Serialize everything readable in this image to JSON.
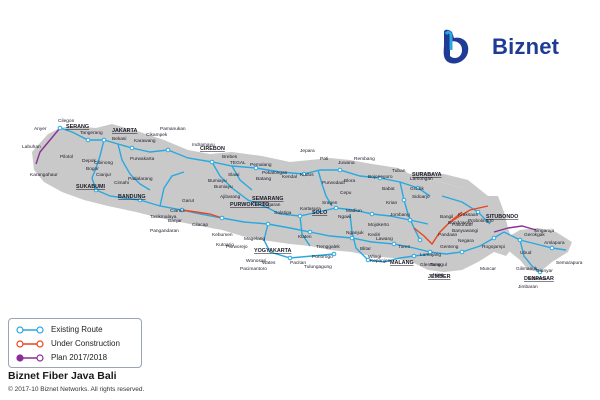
{
  "brand": {
    "name": "Biznet",
    "color": "#1f3b96"
  },
  "colors": {
    "existing": "#29a8e0",
    "construction": "#e8451f",
    "plan": "#8a2f97",
    "land": "#c8c8c8"
  },
  "legend": [
    {
      "label": "Existing Route",
      "kind": "existing"
    },
    {
      "label": "Under Construction",
      "kind": "construction"
    },
    {
      "label": "Plan 2017/2018",
      "kind": "plan"
    }
  ],
  "title": "Biznet Fiber Java Bali",
  "copyright": "© 2017-10 Biznet Networks. All rights reserved.",
  "cities": [
    {
      "name": "Cilegon",
      "major": false
    },
    {
      "name": "Anyer",
      "major": false
    },
    {
      "name": "SERANG",
      "major": true
    },
    {
      "name": "Labuhan",
      "major": false
    },
    {
      "name": "Tangerang",
      "major": false
    },
    {
      "name": "JAKARTA",
      "major": true
    },
    {
      "name": "Bekasi",
      "major": false
    },
    {
      "name": "Karawang",
      "major": false
    },
    {
      "name": "Cikampek",
      "major": false
    },
    {
      "name": "Pamanukan",
      "major": false
    },
    {
      "name": "Indramayu",
      "major": false
    },
    {
      "name": "Pilotol",
      "major": false
    },
    {
      "name": "Depok",
      "major": false
    },
    {
      "name": "Bogor",
      "major": false
    },
    {
      "name": "Cibinong",
      "major": false
    },
    {
      "name": "Cianjur",
      "major": false
    },
    {
      "name": "Purwakarta",
      "major": false
    },
    {
      "name": "SUKABUMI",
      "major": true
    },
    {
      "name": "Cimahi",
      "major": false
    },
    {
      "name": "Padalarang",
      "major": false
    },
    {
      "name": "BANDUNG",
      "major": true
    },
    {
      "name": "Karangahaur",
      "major": false
    },
    {
      "name": "CIREBON",
      "major": true
    },
    {
      "name": "Brebes",
      "major": false
    },
    {
      "name": "TEGAL",
      "major": false
    },
    {
      "name": "Pemalang",
      "major": false
    },
    {
      "name": "Pekalongan",
      "major": false
    },
    {
      "name": "Batang",
      "major": false
    },
    {
      "name": "Kendal",
      "major": false
    },
    {
      "name": "Jepara",
      "major": false
    },
    {
      "name": "Kudus",
      "major": false
    },
    {
      "name": "Pati",
      "major": false
    },
    {
      "name": "Juwana",
      "major": false
    },
    {
      "name": "Rembang",
      "major": false
    },
    {
      "name": "Purwodadi",
      "major": false
    },
    {
      "name": "Blora",
      "major": false
    },
    {
      "name": "Cepu",
      "major": false
    },
    {
      "name": "Bojonegoro",
      "major": false
    },
    {
      "name": "Tuban",
      "major": false
    },
    {
      "name": "Babat",
      "major": false
    },
    {
      "name": "Lamongan",
      "major": false
    },
    {
      "name": "Gresik",
      "major": false
    },
    {
      "name": "SURABAYA",
      "major": true
    },
    {
      "name": "Sidoarjo",
      "major": false
    },
    {
      "name": "Bumiayu",
      "major": false
    },
    {
      "name": "Slawi",
      "major": false
    },
    {
      "name": "Bumiayu",
      "major": false
    },
    {
      "name": "Ajibarang",
      "major": false
    },
    {
      "name": "PURWOKERTO",
      "major": true
    },
    {
      "name": "SEMARANG",
      "major": true
    },
    {
      "name": "Ungaran",
      "major": false
    },
    {
      "name": "Salatiga",
      "major": false
    },
    {
      "name": "Kartasura",
      "major": false
    },
    {
      "name": "SOLO",
      "major": true
    },
    {
      "name": "Sragen",
      "major": false
    },
    {
      "name": "Ngawi",
      "major": false
    },
    {
      "name": "Madiun",
      "major": false
    },
    {
      "name": "Nganjuk",
      "major": false
    },
    {
      "name": "Mojokerto",
      "major": false
    },
    {
      "name": "Krian",
      "major": false
    },
    {
      "name": "Jombang",
      "major": false
    },
    {
      "name": "Kediri",
      "major": false
    },
    {
      "name": "Garut",
      "major": false
    },
    {
      "name": "Tasikmalaya",
      "major": false
    },
    {
      "name": "Ciamis",
      "major": false
    },
    {
      "name": "Banjar",
      "major": false
    },
    {
      "name": "Pangandaran",
      "major": false
    },
    {
      "name": "Cilacap",
      "major": false
    },
    {
      "name": "Kebumen",
      "major": false
    },
    {
      "name": "Purworejo",
      "major": false
    },
    {
      "name": "Magelang",
      "major": false
    },
    {
      "name": "YOGYAKARTA",
      "major": true
    },
    {
      "name": "Klaten",
      "major": false
    },
    {
      "name": "Wonosari",
      "major": false
    },
    {
      "name": "Pacitan",
      "major": false
    },
    {
      "name": "Ponorogo",
      "major": false
    },
    {
      "name": "Trenggalek",
      "major": false
    },
    {
      "name": "Tulungagung",
      "major": false
    },
    {
      "name": "Blitar",
      "major": false
    },
    {
      "name": "Wlingi",
      "major": false
    },
    {
      "name": "Kepanjen",
      "major": false
    },
    {
      "name": "Lawang",
      "major": false
    },
    {
      "name": "MALANG",
      "major": true
    },
    {
      "name": "Turen",
      "major": false
    },
    {
      "name": "Lumajang",
      "major": false
    },
    {
      "name": "Tanggul",
      "major": false
    },
    {
      "name": "JEMBER",
      "major": true
    },
    {
      "name": "Genteng",
      "major": false
    },
    {
      "name": "Glenmore",
      "major": false
    },
    {
      "name": "Jajag",
      "major": false
    },
    {
      "name": "Muncar",
      "major": false
    },
    {
      "name": "Negara",
      "major": false
    },
    {
      "name": "Bondowoso",
      "major": false
    },
    {
      "name": "Banyuwangi",
      "major": false
    },
    {
      "name": "Rogojampi",
      "major": false
    },
    {
      "name": "Probolinggo",
      "major": false
    },
    {
      "name": "Kraksaan",
      "major": false
    },
    {
      "name": "SITUBONDO",
      "major": true
    },
    {
      "name": "Gilimanuk",
      "major": false
    },
    {
      "name": "Gerokgak",
      "major": false
    },
    {
      "name": "Singaraja",
      "major": false
    },
    {
      "name": "Amlapura",
      "major": false
    },
    {
      "name": "Semarapura",
      "major": false
    },
    {
      "name": "Gianyar",
      "major": false
    },
    {
      "name": "Tabanan",
      "major": false
    },
    {
      "name": "Jimbaran",
      "major": false
    },
    {
      "name": "DENPASAR",
      "major": true
    },
    {
      "name": "Ubud",
      "major": false
    },
    {
      "name": "Pacimantoro",
      "major": false
    },
    {
      "name": "Kutoarjo",
      "major": false
    },
    {
      "name": "Wates",
      "major": false
    },
    {
      "name": "Pandaan",
      "major": false
    },
    {
      "name": "Pasuruan",
      "major": false
    },
    {
      "name": "Bangil",
      "major": false
    }
  ]
}
